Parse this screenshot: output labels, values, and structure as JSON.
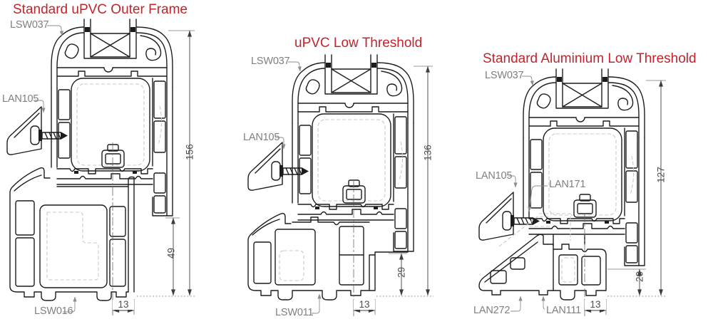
{
  "colors": {
    "title_red": "#c1242c",
    "label_gray": "#7f7f7f",
    "dimension_gray": "#4d4d4d",
    "line_black": "#1c1c1c"
  },
  "diagrams": [
    {
      "title": "Standard uPVC Outer Frame",
      "labels": [
        "LSW037",
        "LAN105",
        "LSW016"
      ],
      "dims": [
        "156",
        "49",
        "13"
      ]
    },
    {
      "title": "uPVC Low Threshold",
      "labels": [
        "LSW037",
        "LAN105",
        "LSW011"
      ],
      "dims": [
        "136",
        "29",
        "13"
      ]
    },
    {
      "title": "Standard Aluminium Low Threshold",
      "labels": [
        "LSW037",
        "LAN105",
        "LAN171",
        "LAN272",
        "LAN111"
      ],
      "dims": [
        "127",
        "20",
        "13"
      ]
    }
  ]
}
